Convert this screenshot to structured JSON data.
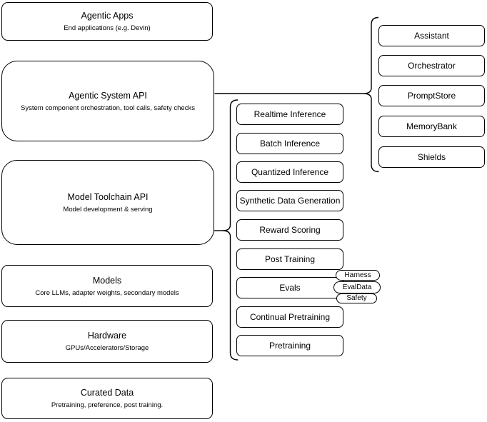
{
  "diagram": {
    "background": "#ffffff",
    "stroke_color": "#000000",
    "left_stack": [
      {
        "title": "Agentic Apps",
        "subtitle": "End applications (e.g. Devin)"
      },
      {
        "title": "Agentic System API",
        "subtitle": "System component orchestration, tool calls, safety checks"
      },
      {
        "title": "Model Toolchain API",
        "subtitle": "Model development & serving"
      },
      {
        "title": "Models",
        "subtitle": "Core LLMs, adapter weights, secondary models"
      },
      {
        "title": "Hardware",
        "subtitle": "GPUs/Accelerators/Storage"
      },
      {
        "title": "Curated Data",
        "subtitle": "Pretraining, preference, post training."
      }
    ],
    "toolchain_components": [
      "Realtime Inference",
      "Batch Inference",
      "Quantized Inference",
      "Synthetic Data Generation",
      "Reward Scoring",
      "Post Training",
      "Evals",
      "Continual Pretraining",
      "Pretraining"
    ],
    "evals_tags": [
      "Harness",
      "EvalData",
      "Safety"
    ],
    "system_components": [
      "Assistant",
      "Orchestrator",
      "PromptStore",
      "MemoryBank",
      "Shields"
    ]
  }
}
